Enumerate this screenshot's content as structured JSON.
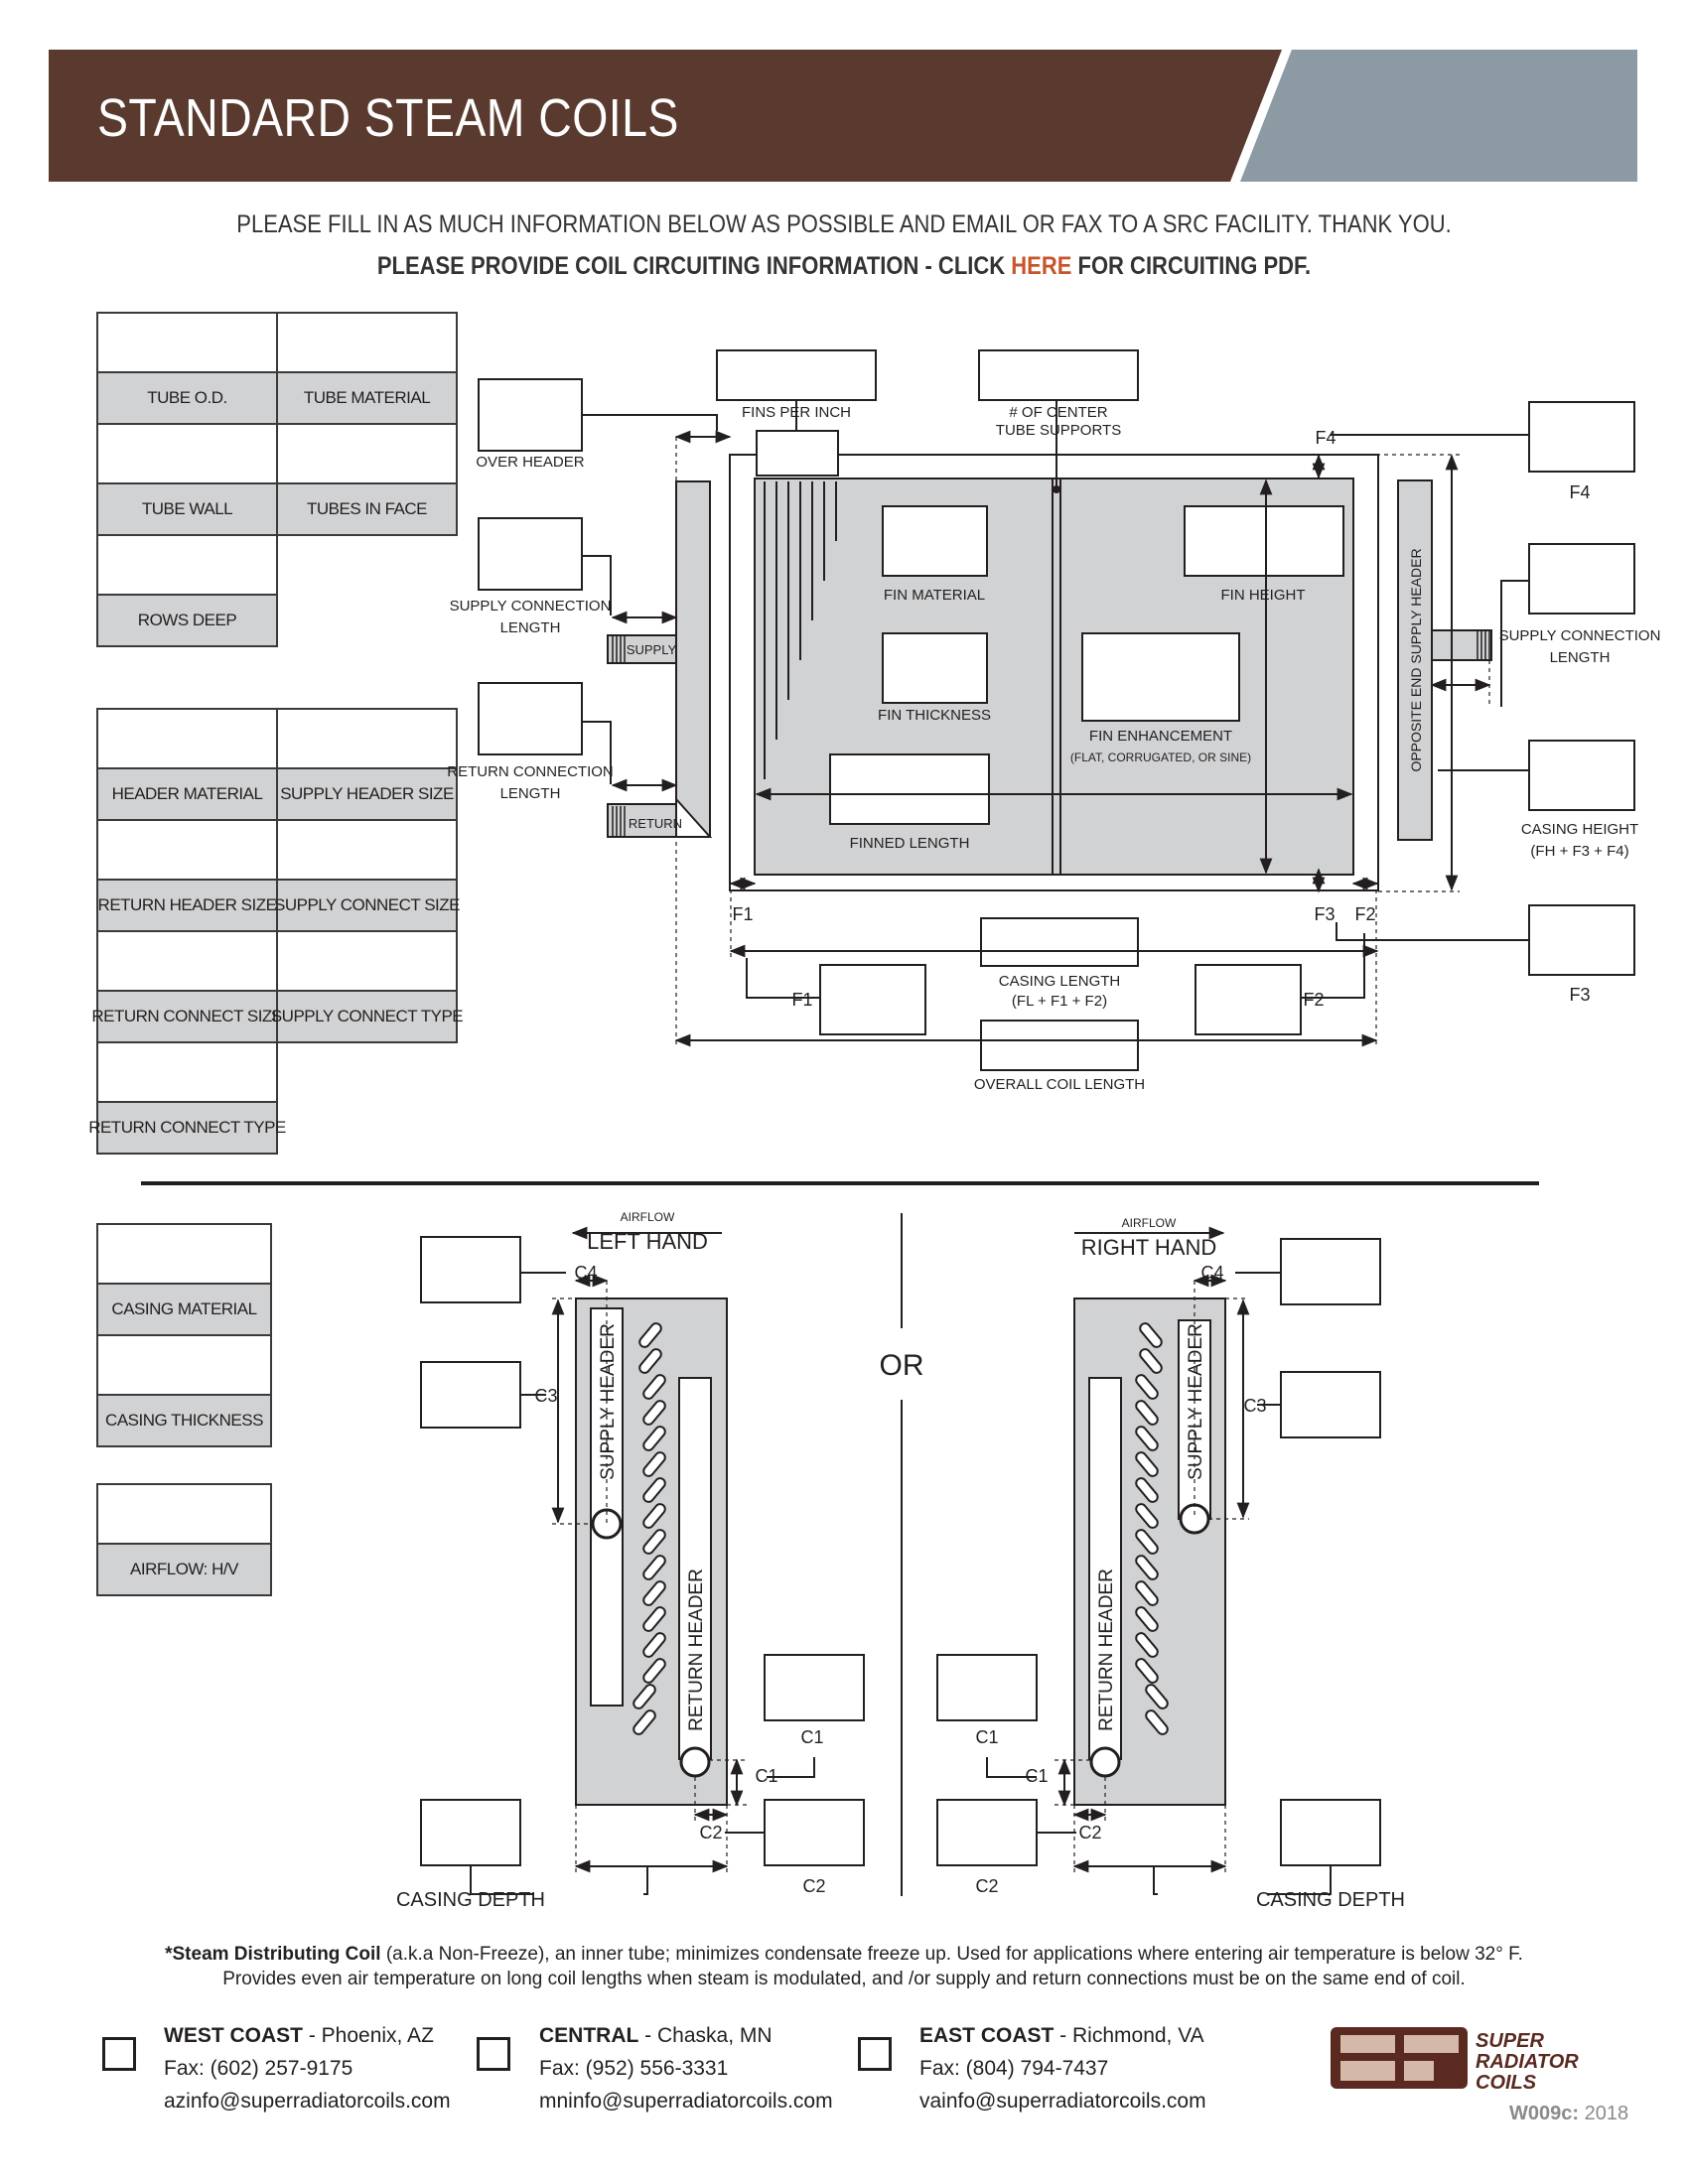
{
  "header": {
    "title": "STANDARD STEAM COILS",
    "colors": {
      "brown": "#5a3a2e",
      "slate": "#8b9aa3"
    }
  },
  "intro": {
    "line1": "PLEASE FILL IN AS MUCH INFORMATION BELOW AS POSSIBLE AND EMAIL OR FAX TO A SRC FACILITY.  THANK YOU.",
    "line2_before": "PLEASE PROVIDE COIL CIRCUITING INFORMATION - CLICK ",
    "line2_link": "HERE",
    "line2_after": " FOR CIRCUITING PDF."
  },
  "tube_fields": [
    "TUBE O.D.",
    "TUBE MATERIAL",
    "TUBE WALL",
    "TUBES IN FACE",
    "ROWS DEEP"
  ],
  "header_fields": [
    "HEADER MATERIAL",
    "SUPPLY HEADER SIZE",
    "RETURN HEADER SIZE",
    "SUPPLY CONNECT SIZE",
    "RETURN CONNECT SIZE",
    "SUPPLY CONNECT TYPE",
    "RETURN CONNECT TYPE"
  ],
  "casing_fields": [
    "CASING MATERIAL",
    "CASING THICKNESS"
  ],
  "airflow_field": "AIRFLOW: H/V",
  "diagram": {
    "over_header": "OVER HEADER",
    "fins_per_inch": "FINS PER INCH",
    "center_supports_1": "# OF CENTER",
    "center_supports_2": "TUBE SUPPORTS",
    "supply_conn_1": "SUPPLY CONNECTION",
    "supply_conn_2": "LENGTH",
    "return_conn_1": "RETURN CONNECTION",
    "return_conn_2": "LENGTH",
    "supply": "SUPPLY",
    "return": "RETURN",
    "fin_material": "FIN MATERIAL",
    "fin_height": "FIN HEIGHT",
    "fin_thickness": "FIN THICKNESS",
    "fin_enhancement": "FIN ENHANCEMENT",
    "fin_enhancement_sub": "(FLAT, CORRUGATED, OR SINE)",
    "finned_length": "FINNED LENGTH",
    "opposite_header": "OPPOSITE END SUPPLY  HEADER",
    "casing_height_1": "CASING HEIGHT",
    "casing_height_2": "(FH + F3 + F4)",
    "casing_length_1": "CASING LENGTH",
    "casing_length_2": "(FL + F1 + F2)",
    "overall": "OVERALL COIL LENGTH",
    "f1": "F1",
    "f2": "F2",
    "f3": "F3",
    "f4": "F4"
  },
  "hand": {
    "airflow": "AIRFLOW",
    "left": "LEFT HAND",
    "right": "RIGHT HAND",
    "or": "OR",
    "supply_header": "SUPPLY HEADER",
    "return_header": "RETURN HEADER",
    "casing_depth": "CASING DEPTH",
    "c1": "C1",
    "c2": "C2",
    "c3": "C3",
    "c4": "C4"
  },
  "footnote": {
    "bold": "*Steam Distributing Coil",
    "line1_rest": " (a.k.a Non-Freeze), an inner tube; minimizes condensate freeze up. Used for applications where entering air temperature is below 32° F.",
    "line2": "Provides even air temperature on long coil lengths when steam is modulated, and /or supply and return connections must be on the same end of coil."
  },
  "offices": [
    {
      "region": "WEST COAST",
      "city": " - Phoenix, AZ",
      "fax": "Fax: (602) 257-9175",
      "email": "azinfo@superradiatorcoils.com"
    },
    {
      "region": "CENTRAL",
      "city": " - Chaska, MN",
      "fax": "Fax: (952) 556-3331",
      "email": "mninfo@superradiatorcoils.com"
    },
    {
      "region": "EAST COAST",
      "city": " - Richmond, VA",
      "fax": "Fax: (804) 794-7437",
      "email": "vainfo@superradiatorcoils.com"
    }
  ],
  "logo": {
    "line1": "SUPER",
    "line2": "RADIATOR",
    "line3": "COILS",
    "color": "#5a2a20"
  },
  "doc_code_bold": "W009c:",
  "doc_code_year": " 2018"
}
